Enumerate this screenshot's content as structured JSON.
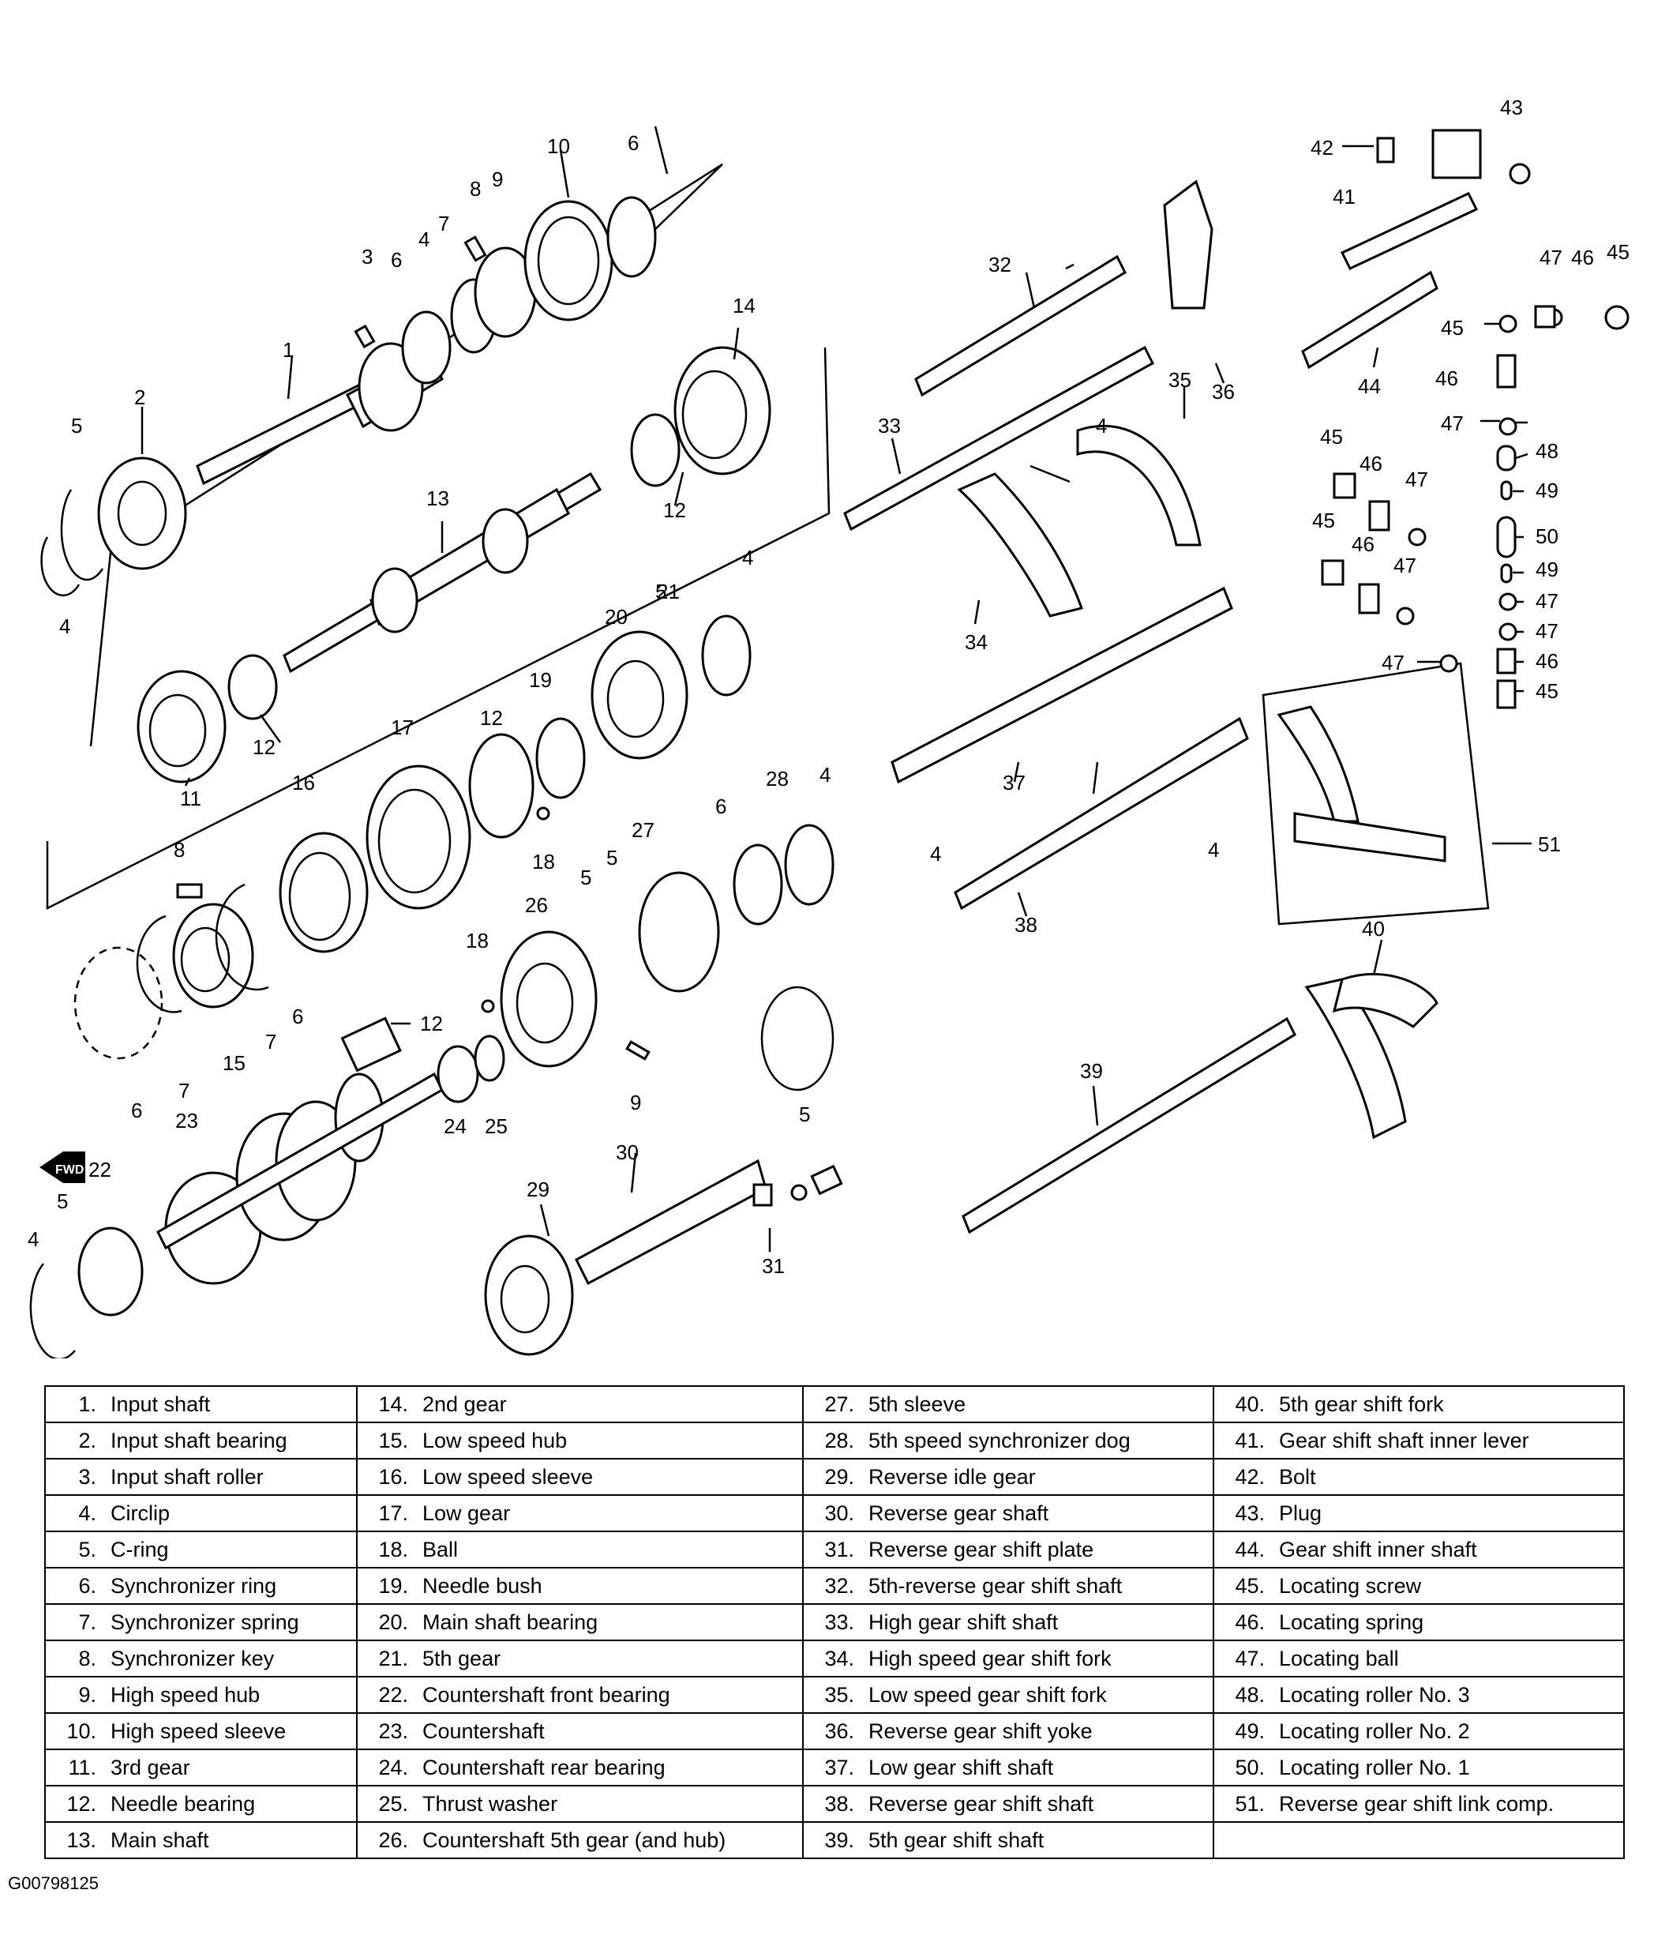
{
  "figure_code": "G00798125",
  "fwd_label": "FWD",
  "legend": [
    [
      {
        "num": "1.",
        "label": "Input shaft"
      },
      {
        "num": "14.",
        "label": "2nd gear"
      },
      {
        "num": "27.",
        "label": "5th sleeve"
      },
      {
        "num": "40.",
        "label": "5th gear shift fork"
      }
    ],
    [
      {
        "num": "2.",
        "label": "Input shaft bearing"
      },
      {
        "num": "15.",
        "label": "Low speed hub"
      },
      {
        "num": "28.",
        "label": "5th speed synchronizer dog"
      },
      {
        "num": "41.",
        "label": "Gear shift shaft inner lever"
      }
    ],
    [
      {
        "num": "3.",
        "label": "Input shaft roller"
      },
      {
        "num": "16.",
        "label": "Low speed sleeve"
      },
      {
        "num": "29.",
        "label": "Reverse idle gear"
      },
      {
        "num": "42.",
        "label": "Bolt"
      }
    ],
    [
      {
        "num": "4.",
        "label": "Circlip"
      },
      {
        "num": "17.",
        "label": "Low gear"
      },
      {
        "num": "30.",
        "label": "Reverse gear shaft"
      },
      {
        "num": "43.",
        "label": "Plug"
      }
    ],
    [
      {
        "num": "5.",
        "label": "C-ring"
      },
      {
        "num": "18.",
        "label": "Ball"
      },
      {
        "num": "31.",
        "label": "Reverse gear shift plate"
      },
      {
        "num": "44.",
        "label": "Gear shift inner shaft"
      }
    ],
    [
      {
        "num": "6.",
        "label": "Synchronizer ring"
      },
      {
        "num": "19.",
        "label": "Needle bush"
      },
      {
        "num": "32.",
        "label": "5th-reverse gear shift shaft"
      },
      {
        "num": "45.",
        "label": "Locating screw"
      }
    ],
    [
      {
        "num": "7.",
        "label": "Synchronizer spring"
      },
      {
        "num": "20.",
        "label": "Main shaft bearing"
      },
      {
        "num": "33.",
        "label": "High gear shift shaft"
      },
      {
        "num": "46.",
        "label": "Locating spring"
      }
    ],
    [
      {
        "num": "8.",
        "label": "Synchronizer key"
      },
      {
        "num": "21.",
        "label": "5th gear"
      },
      {
        "num": "34.",
        "label": "High speed gear shift fork"
      },
      {
        "num": "47.",
        "label": "Locating ball"
      }
    ],
    [
      {
        "num": "9.",
        "label": "High speed hub"
      },
      {
        "num": "22.",
        "label": "Countershaft front bearing"
      },
      {
        "num": "35.",
        "label": "Low speed gear shift fork"
      },
      {
        "num": "48.",
        "label": "Locating roller No. 3"
      }
    ],
    [
      {
        "num": "10.",
        "label": "High speed sleeve"
      },
      {
        "num": "23.",
        "label": "Countershaft"
      },
      {
        "num": "36.",
        "label": "Reverse gear shift yoke"
      },
      {
        "num": "49.",
        "label": "Locating roller No. 2"
      }
    ],
    [
      {
        "num": "11.",
        "label": "3rd gear"
      },
      {
        "num": "24.",
        "label": "Countershaft rear bearing"
      },
      {
        "num": "37.",
        "label": "Low gear shift shaft"
      },
      {
        "num": "50.",
        "label": "Locating roller No. 1"
      }
    ],
    [
      {
        "num": "12.",
        "label": "Needle bearing"
      },
      {
        "num": "25.",
        "label": "Thrust washer"
      },
      {
        "num": "38.",
        "label": "Reverse gear shift shaft"
      },
      {
        "num": "51.",
        "label": "Reverse gear shift link comp."
      }
    ],
    [
      {
        "num": "13.",
        "label": "Main shaft"
      },
      {
        "num": "26.",
        "label": "Countershaft 5th gear (and hub)"
      },
      {
        "num": "39.",
        "label": "5th gear shift shaft"
      },
      {
        "num": "",
        "label": ""
      }
    ]
  ],
  "callouts": [
    "1",
    "2",
    "3",
    "4",
    "5",
    "6",
    "7",
    "8",
    "9",
    "10",
    "11",
    "12",
    "13",
    "14",
    "15",
    "16",
    "17",
    "18",
    "19",
    "20",
    "21",
    "22",
    "23",
    "24",
    "25",
    "26",
    "27",
    "28",
    "29",
    "30",
    "31",
    "32",
    "33",
    "34",
    "35",
    "36",
    "37",
    "38",
    "39",
    "40",
    "41",
    "42",
    "43",
    "44",
    "45",
    "46",
    "47",
    "48",
    "49",
    "50",
    "51"
  ]
}
